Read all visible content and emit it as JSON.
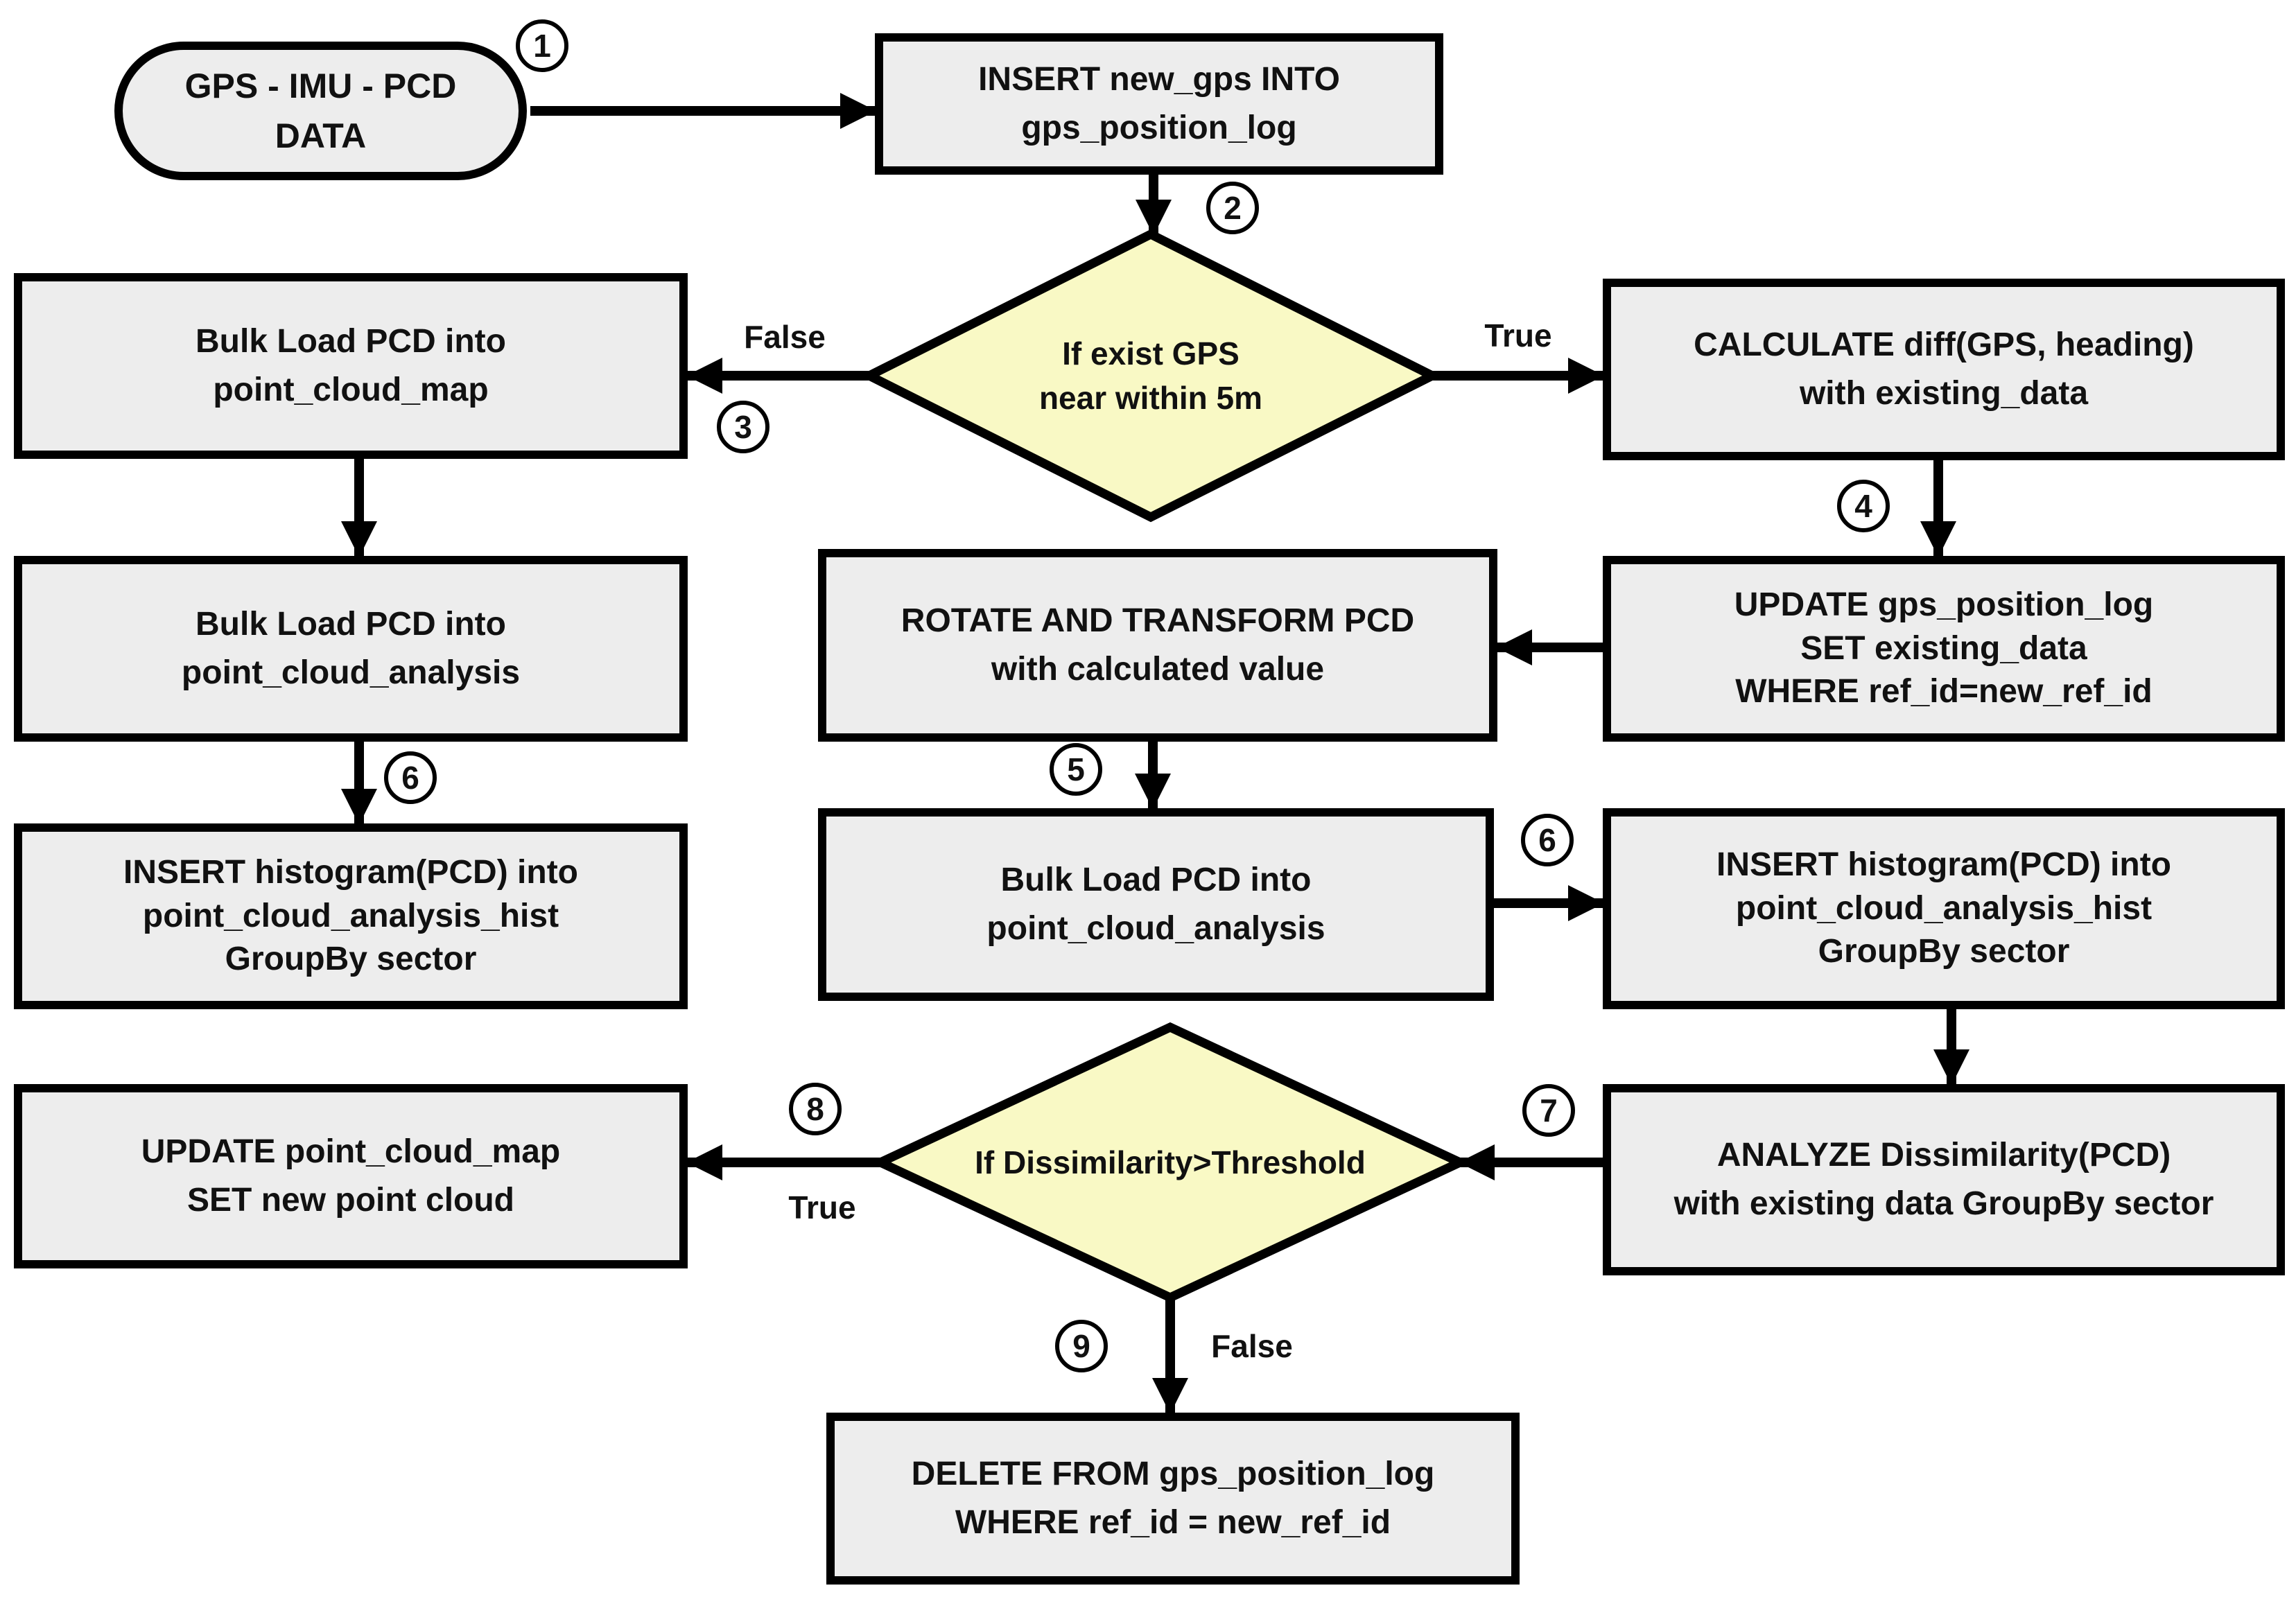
{
  "flowchart": {
    "nodes": {
      "start": "GPS - IMU - PCD\nDATA",
      "insert_gps": "INSERT new_gps INTO\ngps_position_log",
      "decision_gps": "If exist GPS\nnear within 5m",
      "bulk_load_map": "Bulk Load PCD into\npoint_cloud_map",
      "calculate_diff": "CALCULATE diff(GPS, heading)\nwith existing_data",
      "bulk_load_analysis_left": "Bulk Load PCD into\npoint_cloud_analysis",
      "rotate_transform": "ROTATE AND TRANSFORM PCD\nwith calculated value",
      "update_gps_log": "UPDATE gps_position_log\nSET existing_data\nWHERE ref_id=new_ref_id",
      "insert_hist_left": "INSERT histogram(PCD) into\npoint_cloud_analysis_hist\nGroupBy sector",
      "bulk_load_analysis_center": "Bulk Load PCD into\npoint_cloud_analysis",
      "insert_hist_right": "INSERT histogram(PCD) into\npoint_cloud_analysis_hist\nGroupBy sector",
      "update_point_cloud_map": "UPDATE point_cloud_map\nSET new point cloud",
      "decision_dissimilarity": "If Dissimilarity>Threshold",
      "analyze_dissimilarity": "ANALYZE Dissimilarity(PCD)\nwith existing data GroupBy sector",
      "delete_gps_log": "DELETE FROM gps_position_log\nWHERE ref_id = new_ref_id"
    },
    "step_markers": {
      "s1": "1",
      "s2": "2",
      "s3": "3",
      "s4": "4",
      "s5": "5",
      "s6_left": "6",
      "s6_right": "6",
      "s7": "7",
      "s8": "8",
      "s9": "9"
    },
    "edge_labels": {
      "gps_false": "False",
      "gps_true": "True",
      "dissim_true": "True",
      "dissim_false": "False"
    },
    "colors": {
      "process_fill": "#ededed",
      "decision_fill": "#f9f9c5",
      "border": "#000000",
      "arrow": "#000000",
      "background": "#ffffff"
    }
  }
}
